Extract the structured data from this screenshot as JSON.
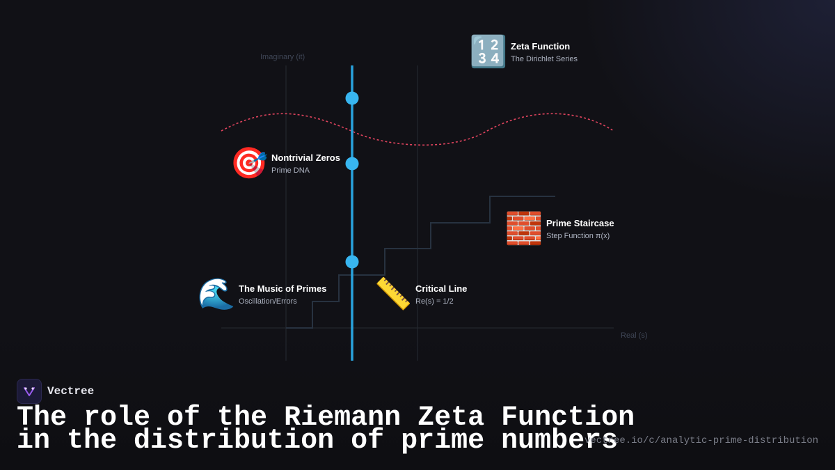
{
  "brand": {
    "name": "Vectree"
  },
  "title": {
    "line1": "The role of the Riemann Zeta Function",
    "line2": "in the distribution of prime numbers"
  },
  "url": "vectree.io/c/analytic-prime-distribution",
  "axes": {
    "imaginary_label": "Imaginary (it)",
    "real_label": "Real (s)"
  },
  "nodes": {
    "zeta": {
      "icon": "1234-keycap-icon",
      "glyph": "🔢",
      "title": "Zeta Function",
      "subtitle": "The Dirichlet Series"
    },
    "zeros": {
      "icon": "target-icon",
      "glyph": "🎯",
      "title": "Nontrivial Zeros",
      "subtitle": "Prime DNA"
    },
    "staircase": {
      "icon": "bricks-icon",
      "glyph": "🧱",
      "title": "Prime Staircase",
      "subtitle": "Step Function π(x)"
    },
    "music": {
      "icon": "wave-icon",
      "glyph": "🌊",
      "title": "The Music of Primes",
      "subtitle": "Oscillation/Errors"
    },
    "critical": {
      "icon": "ruler-icon",
      "glyph": "📏",
      "title": "Critical Line",
      "subtitle": "Re(s) = 1/2"
    }
  },
  "colors": {
    "background": "#111116",
    "critical_line": "#29a3dd",
    "zero_dot": "#38b6f0",
    "wave": "#e0445e",
    "staircase": "#273240",
    "grid": "#262a33"
  }
}
